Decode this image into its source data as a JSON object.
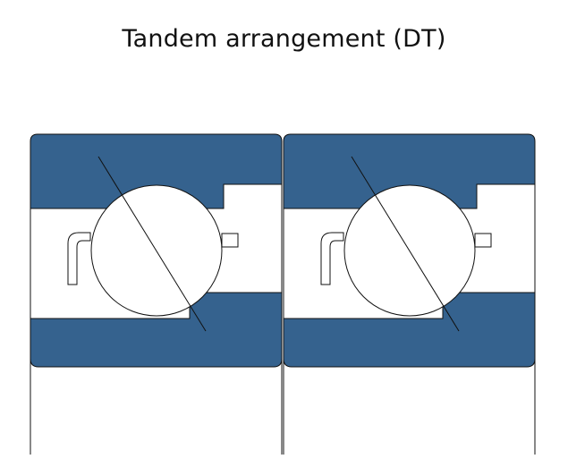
{
  "title": "Tandem arrangement (DT)",
  "colors": {
    "ring_fill": "#35628e",
    "outline": "#111111",
    "background": "#ffffff"
  },
  "bearings": [
    {
      "name": "bearing-left"
    },
    {
      "name": "bearing-right"
    }
  ]
}
